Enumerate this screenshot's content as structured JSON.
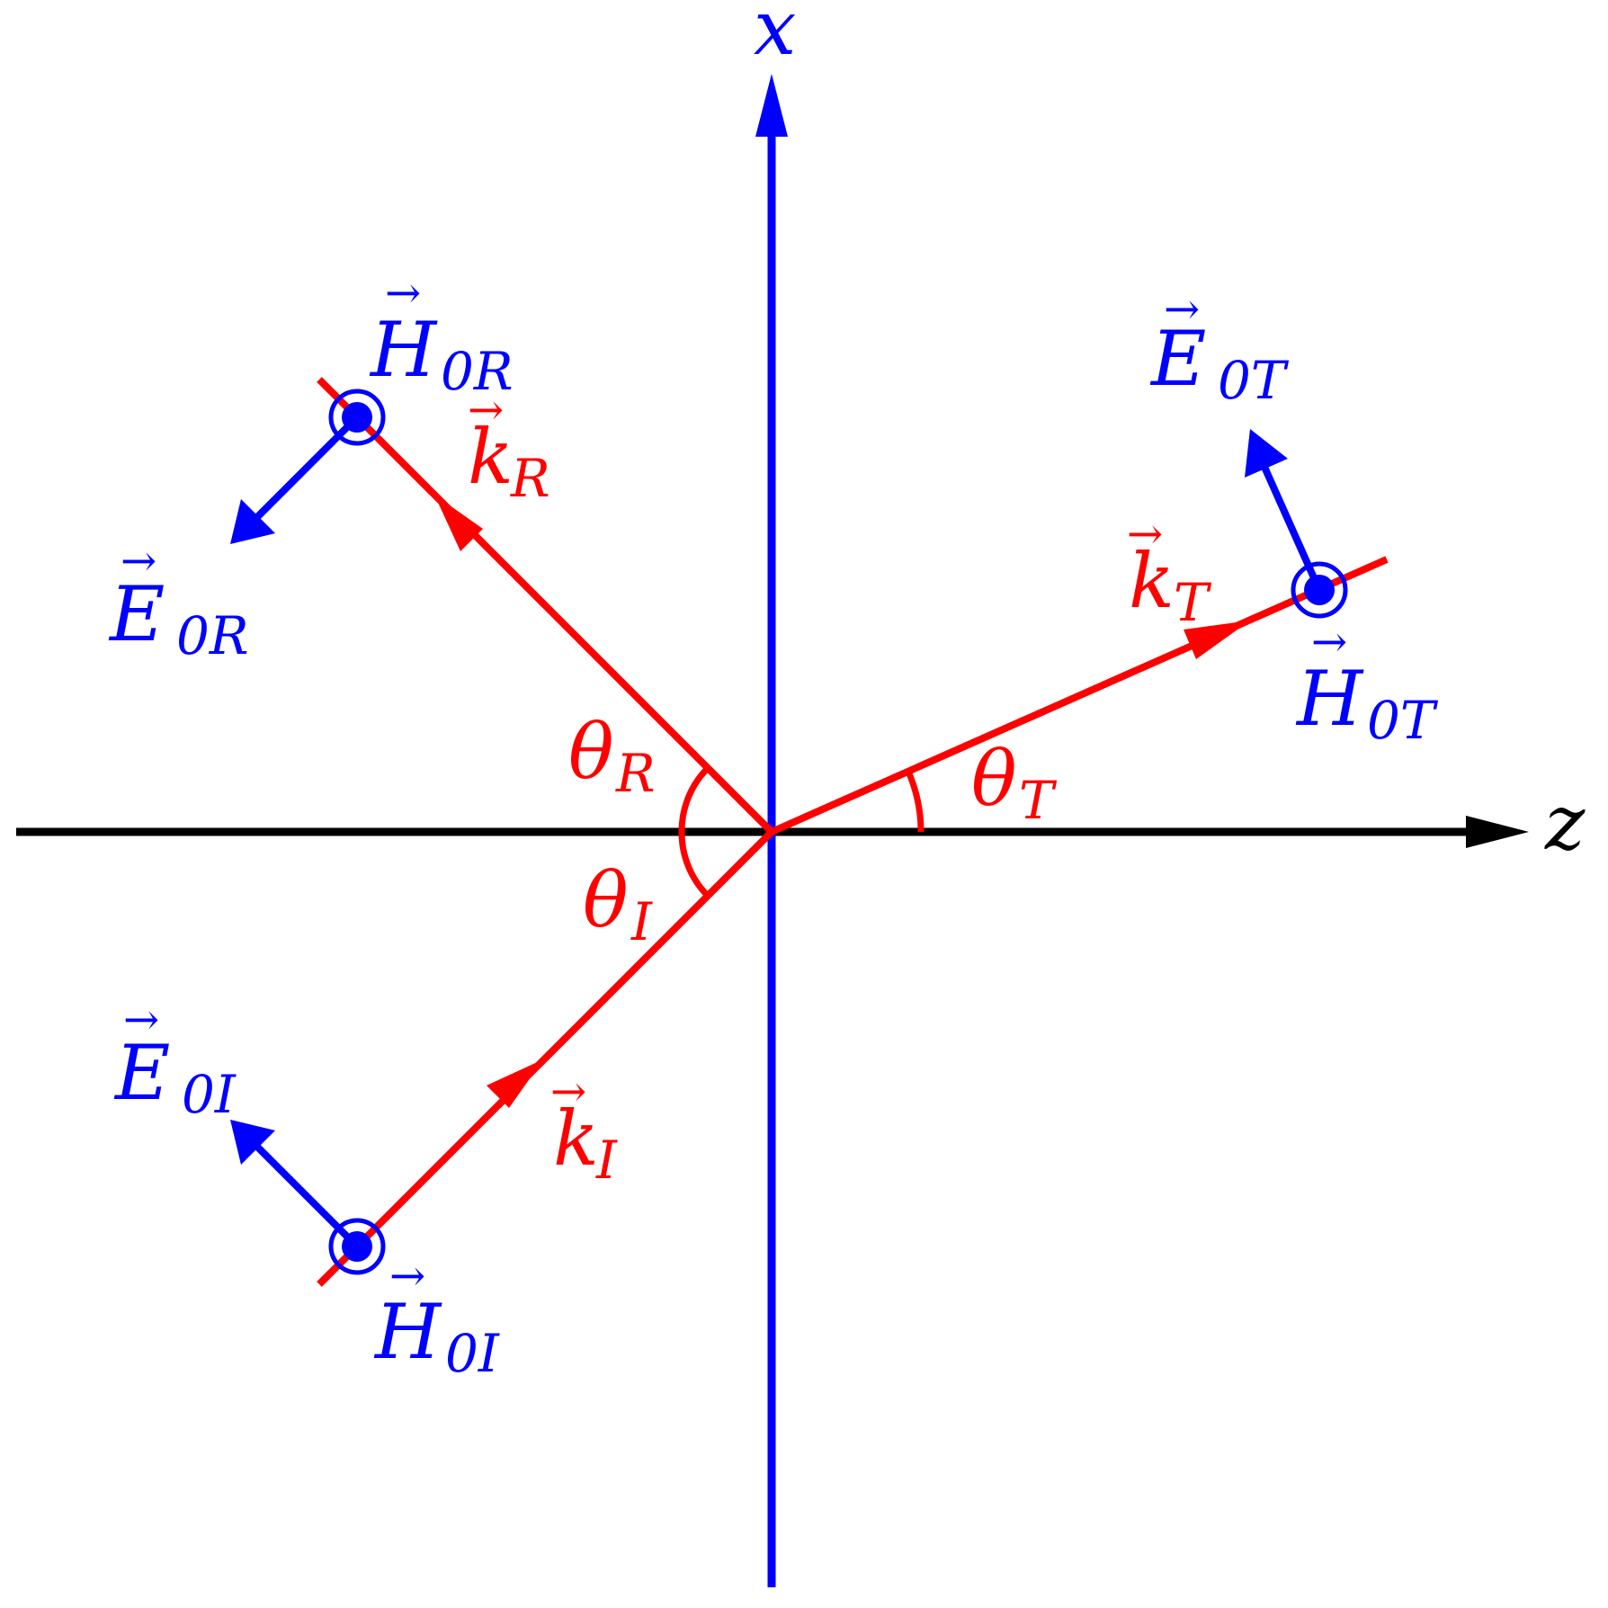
{
  "colors": {
    "field": "#0000ff",
    "wave": "#ff0000",
    "axis": "#000000",
    "background": "#ffffff"
  },
  "axes": {
    "vertical_label": "x",
    "horizontal_label": "z"
  },
  "wavevectors": {
    "incident": {
      "symbol": "k",
      "subscript": "I"
    },
    "reflected": {
      "symbol": "k",
      "subscript": "R"
    },
    "transmitted": {
      "symbol": "k",
      "subscript": "T"
    }
  },
  "angles": {
    "incident": {
      "symbol": "θ",
      "subscript": "I"
    },
    "reflected": {
      "symbol": "θ",
      "subscript": "R"
    },
    "transmitted": {
      "symbol": "θ",
      "subscript": "T"
    }
  },
  "fields": {
    "E_incident": {
      "symbol": "E",
      "subscript": "0I"
    },
    "H_incident": {
      "symbol": "H",
      "subscript": "0I"
    },
    "E_reflected": {
      "symbol": "E",
      "subscript": "0R"
    },
    "H_reflected": {
      "symbol": "H",
      "subscript": "0R"
    },
    "E_transmitted": {
      "symbol": "E",
      "subscript": "0T"
    },
    "H_transmitted": {
      "symbol": "H",
      "subscript": "0T"
    }
  },
  "vector_arrow_glyph": "→"
}
